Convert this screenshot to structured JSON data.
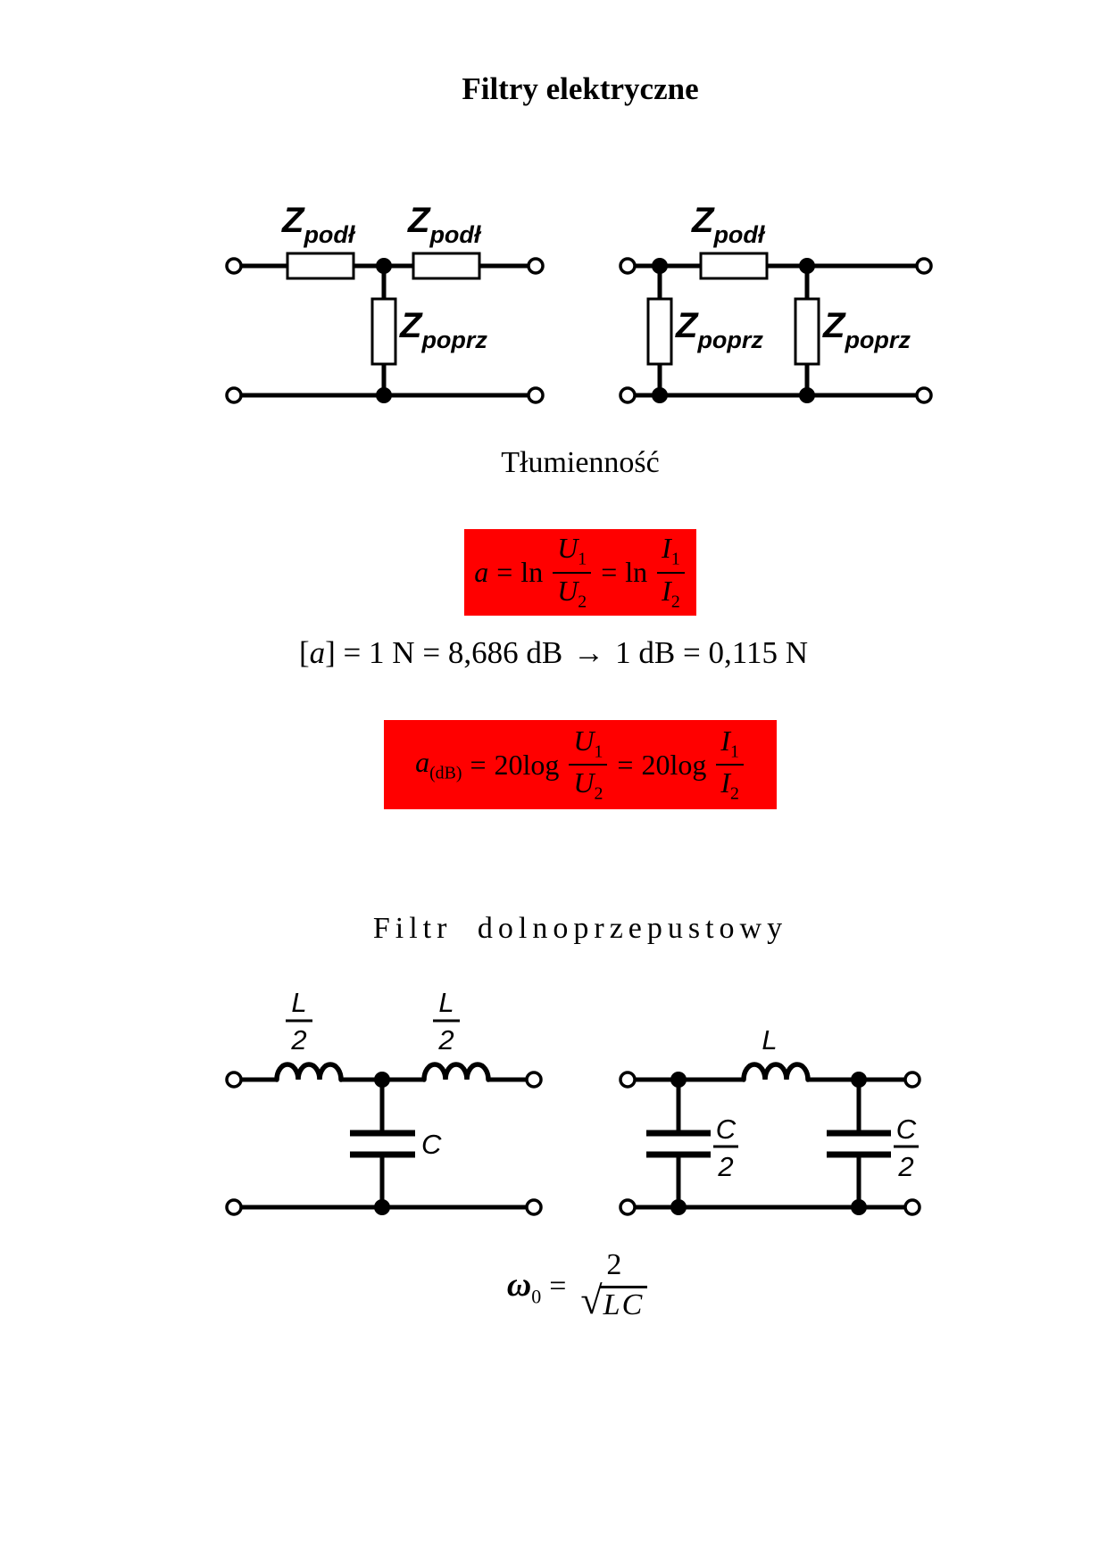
{
  "page": {
    "title": "Filtry elektryczne"
  },
  "colors": {
    "highlight_red": "#ff0000",
    "ink": "#000000"
  },
  "impedance_circuits": {
    "t_network": {
      "series1": {
        "base": "Z",
        "sub": "podł"
      },
      "series2": {
        "base": "Z",
        "sub": "podł"
      },
      "shunt": {
        "base": "Z",
        "sub": "poprz"
      }
    },
    "pi_network": {
      "series": {
        "base": "Z",
        "sub": "podł"
      },
      "shunt1": {
        "base": "Z",
        "sub": "poprz"
      },
      "shunt2": {
        "base": "Z",
        "sub": "poprz"
      }
    }
  },
  "attenuation": {
    "heading": "Tłumienność",
    "neper_formula": {
      "lhs": "a",
      "eq": "=",
      "fn": "ln",
      "u_num": "U",
      "u_num_sub": "1",
      "u_den": "U",
      "u_den_sub": "2",
      "i_num": "I",
      "i_num_sub": "1",
      "i_den": "I",
      "i_den_sub": "2"
    },
    "unit_line": {
      "open": "[",
      "var": "a",
      "mid": "] = 1 N = 8,686 dB",
      "arrow": "→",
      "tail": "1 dB = 0,115 N"
    },
    "db_formula": {
      "lhs": "a",
      "lhs_sub": "(dB)",
      "eq": "=",
      "fn": "20log",
      "u_num": "U",
      "u_num_sub": "1",
      "u_den": "U",
      "u_den_sub": "2",
      "i_num": "I",
      "i_num_sub": "1",
      "i_den": "I",
      "i_den_sub": "2"
    }
  },
  "lowpass": {
    "heading": "Filtr dolnoprzepustowy",
    "t_filter": {
      "coil1": {
        "num": "L",
        "den": "2"
      },
      "coil2": {
        "num": "L",
        "den": "2"
      },
      "cap": "C"
    },
    "pi_filter": {
      "coil": "L",
      "cap1": {
        "num": "C",
        "den": "2"
      },
      "cap2": {
        "num": "C",
        "den": "2"
      }
    },
    "cutoff_formula": {
      "omega": "ω",
      "omega_sub": "0",
      "eq": "=",
      "num": "2",
      "sqrt": "√",
      "radicand": "LC"
    }
  }
}
